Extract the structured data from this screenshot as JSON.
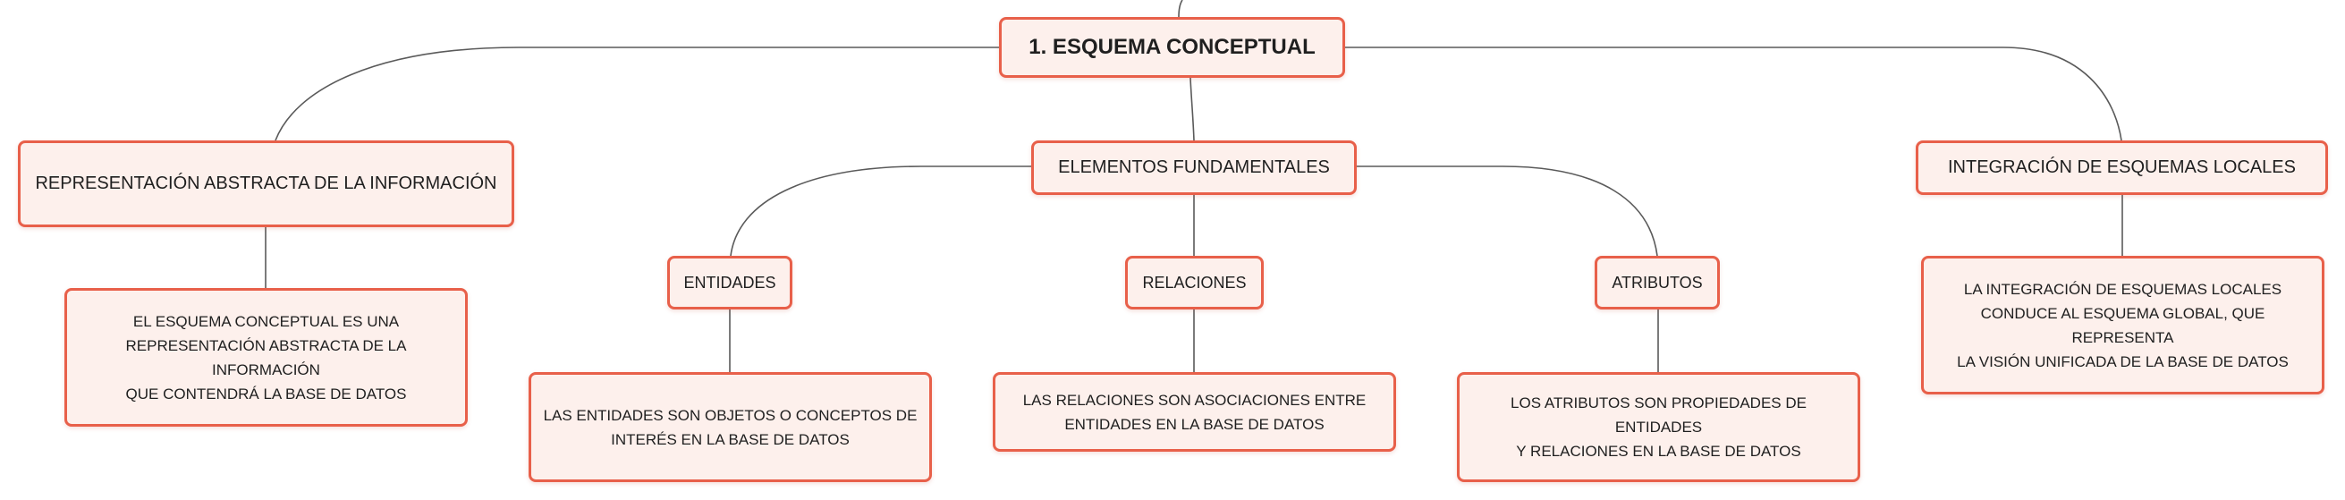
{
  "diagram": {
    "colors": {
      "node_border": "#e8604a",
      "node_fill": "#fdf0ec",
      "connector": "#5a5a5a",
      "text": "#1f1f1f"
    },
    "root": {
      "label": "1. ESQUEMA CONCEPTUAL"
    },
    "branches": {
      "representacion": {
        "label": "REPRESENTACIÓN ABSTRACTA DE LA INFORMACIÓN",
        "description": {
          "line1": "EL ESQUEMA CONCEPTUAL ES UNA",
          "line2": "REPRESENTACIÓN ABSTRACTA DE LA INFORMACIÓN",
          "line3": "QUE CONTENDRÁ LA BASE DE DATOS"
        }
      },
      "elementos": {
        "label": "ELEMENTOS FUNDAMENTALES",
        "children": {
          "entidades": {
            "label": "ENTIDADES",
            "description": {
              "line1": "LAS ENTIDADES SON OBJETOS O CONCEPTOS DE",
              "line2": "INTERÉS EN LA BASE DE DATOS"
            }
          },
          "relaciones": {
            "label": "RELACIONES",
            "description": {
              "line1": "LAS RELACIONES SON ASOCIACIONES ENTRE",
              "line2": "ENTIDADES EN LA BASE DE DATOS"
            }
          },
          "atributos": {
            "label": "ATRIBUTOS",
            "description": {
              "line1": "LOS ATRIBUTOS SON PROPIEDADES DE ENTIDADES",
              "line2": "Y RELACIONES EN LA BASE DE DATOS"
            }
          }
        }
      },
      "integracion": {
        "label": "INTEGRACIÓN DE ESQUEMAS LOCALES",
        "description": {
          "line1": "LA INTEGRACIÓN DE ESQUEMAS LOCALES",
          "line2": "CONDUCE AL ESQUEMA GLOBAL, QUE REPRESENTA",
          "line3": "LA VISIÓN UNIFICADA DE LA BASE DE DATOS"
        }
      }
    }
  }
}
